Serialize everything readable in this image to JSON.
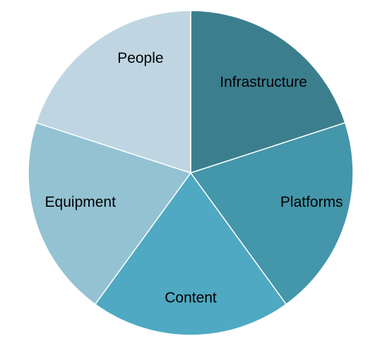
{
  "chart_data": {
    "type": "pie",
    "title": "",
    "start_angle_deg": 0,
    "direction": "clockwise",
    "slices": [
      {
        "label": "Infrastructure",
        "value": 20,
        "color": "#3B7F8F"
      },
      {
        "label": "Platforms",
        "value": 20,
        "color": "#4496AA"
      },
      {
        "label": "Content",
        "value": 20,
        "color": "#4FA9C2"
      },
      {
        "label": "Equipment",
        "value": 20,
        "color": "#93C2D2"
      },
      {
        "label": "People",
        "value": 20,
        "color": "#BFD6E2"
      }
    ]
  }
}
